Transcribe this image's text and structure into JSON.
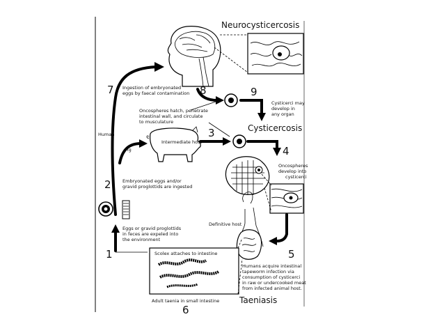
{
  "titles": {
    "neurocysticercosis": "Neurocysticercosis",
    "cysticercosis": "Cysticercosis",
    "taeniasis": "Taeniasis"
  },
  "steps": [
    "1",
    "2",
    "3",
    "4",
    "5",
    "6",
    "7",
    "8",
    "9"
  ],
  "labels": {
    "ingestion_1": "Ingestion of embryonated",
    "ingestion_2": "eggs by faecal contamination",
    "cysticerci_1": "Cysticerci may",
    "cysticerci_2": "develop in",
    "cysticerci_3": "any organ",
    "onco_1": "Oncospheres hatch, penetrate",
    "onco_2": "intestinal wall, and circulate",
    "onco_3": "to musculature",
    "human": "Human",
    "pig": "Pig",
    "intermediate_host": "Intermediate host",
    "onco_develop_1": "Oncospheres",
    "onco_develop_2": "develop into",
    "onco_develop_3": "cysticerci",
    "embryonated_1": "Embryonated eggs and/or",
    "embryonated_2": "gravid proglottids are ingested",
    "definitive_host": "Definitive host",
    "eggs_1": "Eggs or gravid proglottids",
    "eggs_2": "in feces are expeled into",
    "eggs_3": "the environment",
    "scolex": "Scolex attaches to intestine",
    "humans_1": "Humans acquire intestinal",
    "humans_2": "tapeworm infection via",
    "humans_3": "consumption of cysticerci",
    "humans_4": "in raw or undercooked meat",
    "humans_5": "from infected animal host.",
    "adult_taenia": "Adult taenia in small intestine"
  }
}
